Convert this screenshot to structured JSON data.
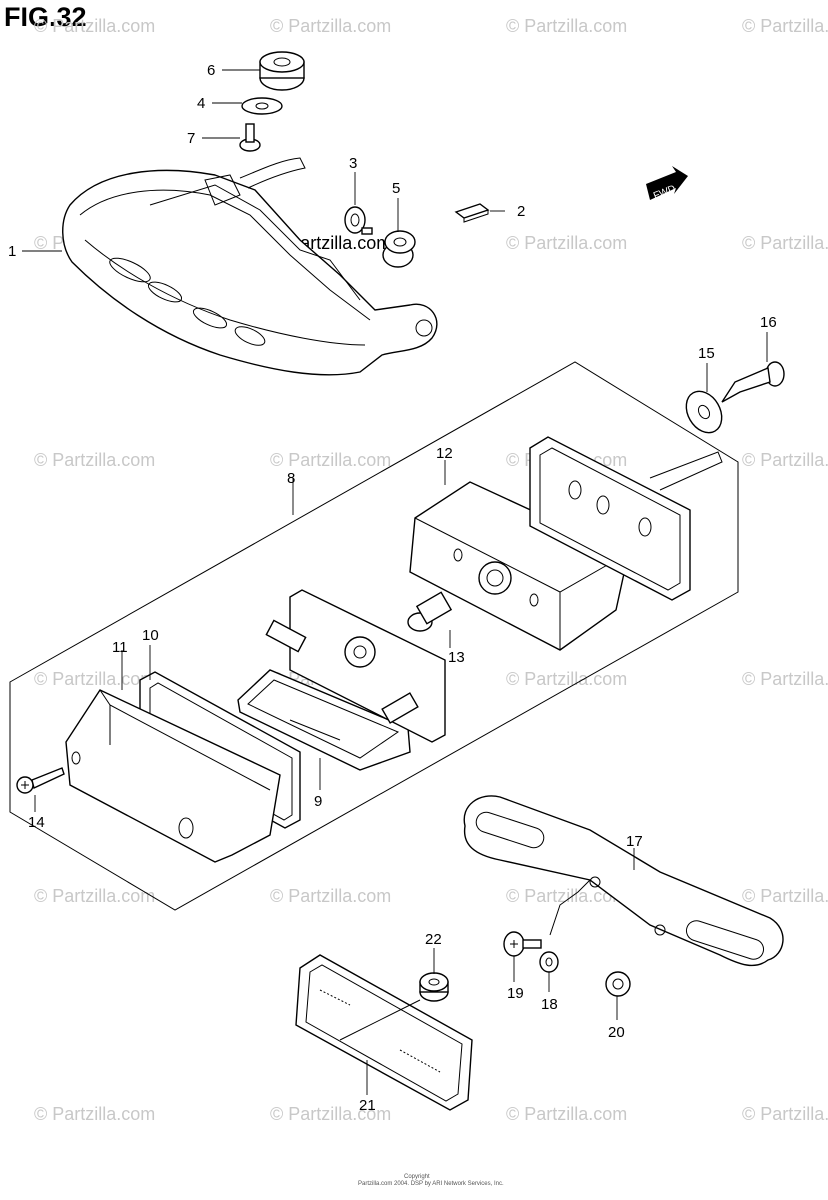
{
  "figure": {
    "title": "FIG.32"
  },
  "watermark": {
    "text": "© Partzilla.com"
  },
  "direction_badge": {
    "label": "FWD"
  },
  "callouts": [
    {
      "label": "1"
    },
    {
      "label": "2"
    },
    {
      "label": "3"
    },
    {
      "label": "4"
    },
    {
      "label": "5"
    },
    {
      "label": "6"
    },
    {
      "label": "7"
    },
    {
      "label": "8"
    },
    {
      "label": "9"
    },
    {
      "label": "10"
    },
    {
      "label": "11"
    },
    {
      "label": "12"
    },
    {
      "label": "13"
    },
    {
      "label": "14"
    },
    {
      "label": "15"
    },
    {
      "label": "16"
    },
    {
      "label": "17"
    },
    {
      "label": "18"
    },
    {
      "label": "19"
    },
    {
      "label": "20"
    },
    {
      "label": "21"
    },
    {
      "label": "22"
    }
  ],
  "footer": {
    "line1": "Copyright",
    "line2": "Partzilla.com 2004. DSP by ARI Network Services, Inc."
  }
}
